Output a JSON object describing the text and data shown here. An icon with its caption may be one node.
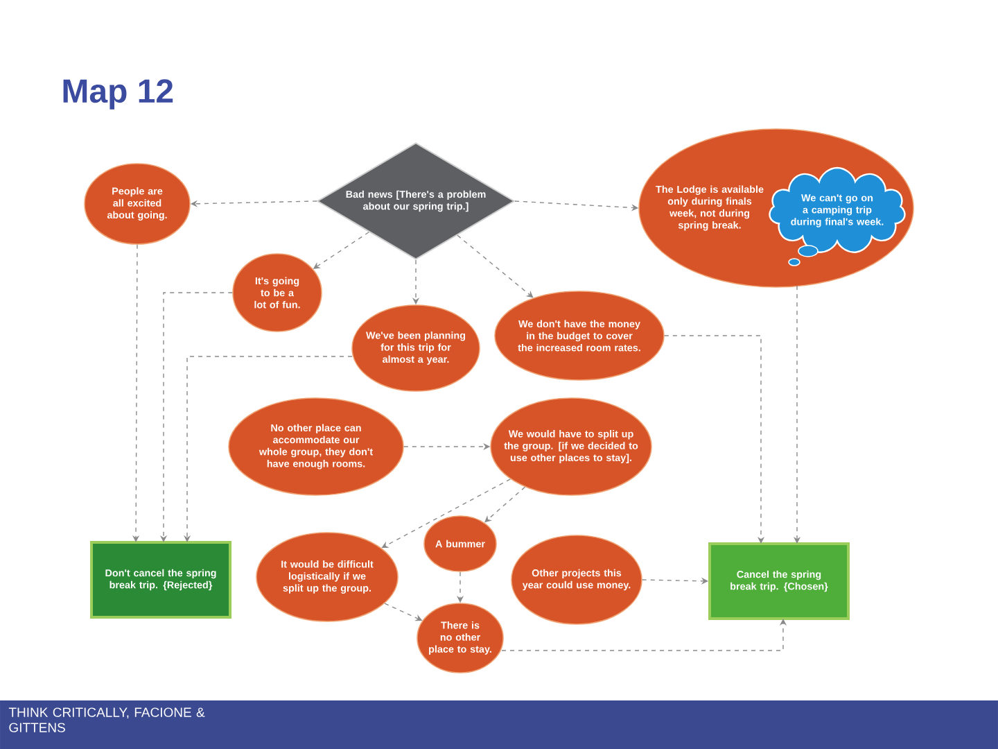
{
  "diagram": {
    "title": "Map 12",
    "nodes": [
      {
        "text": [
          "People are all excited about going."
        ]
      },
      {
        "text": [
          "Bad news [There's a problem about our spring trip.]"
        ]
      },
      {
        "text": [
          "The Lodge is available only during finals week, not during spring break."
        ]
      },
      {
        "text": [
          "We can't go on a camping trip during final's week."
        ],
        "in": 2
      },
      {
        "text": [
          "It's going to be a lot of fun."
        ]
      },
      {
        "text": [
          "We've been planning for this trip for almost a year."
        ]
      },
      {
        "text": [
          "We don't have the money in the budget to cover the increased room rates."
        ]
      },
      {
        "text": [
          "No other place can accommodate our whole group, they don't have enough rooms."
        ]
      },
      {
        "text": [
          "We would have to split up the group. [if we decided to use other places to stay]."
        ]
      },
      {
        "text": [
          "A bummer"
        ]
      },
      {
        "text": [
          "It would be difficult logistically if we split up the group."
        ]
      },
      {
        "text": [
          "Other projects this year could use money."
        ]
      },
      {
        "text": [
          "There is no other place to stay."
        ]
      },
      {
        "text": [
          "Don't cancel the spring break trip. {Rejected}"
        ]
      },
      {
        "text": [
          "Cancel the spring break trip. {Chosen}"
        ]
      }
    ],
    "edges": [
      {
        "from": 1,
        "to": 0,
        "arrow": "to",
        "style": "dashed"
      },
      {
        "from": 1,
        "to": 2,
        "arrow": "to",
        "style": "dashed"
      },
      {
        "from": 1,
        "to": 4,
        "arrow": "to",
        "style": "dashed"
      },
      {
        "from": 1,
        "to": 5,
        "arrow": "to",
        "style": "dashed"
      },
      {
        "from": 1,
        "to": 6,
        "arrow": "to",
        "style": "dashed"
      },
      {
        "from": 0,
        "to": 13,
        "arrow": "to",
        "style": "dashed"
      },
      {
        "from": 4,
        "to": 13,
        "arrow": "to",
        "style": "dashed"
      },
      {
        "from": 5,
        "to": 13,
        "arrow": "to",
        "style": "dashed"
      },
      {
        "from": 2,
        "to": 14,
        "arrow": "to",
        "style": "dashed"
      },
      {
        "from": 6,
        "to": 14,
        "arrow": "to",
        "style": "dashed"
      },
      {
        "from": 7,
        "to": 8,
        "arrow": "to",
        "style": "dashed"
      },
      {
        "from": 8,
        "to": 10,
        "arrow": "to",
        "style": "dashed"
      },
      {
        "from": 8,
        "to": 9,
        "arrow": "to",
        "style": "dashed"
      },
      {
        "from": 9,
        "to": 12,
        "arrow": "to",
        "style": "dashed"
      },
      {
        "from": 10,
        "to": 12,
        "arrow": "to",
        "style": "dashed"
      },
      {
        "from": 11,
        "to": 14,
        "arrow": "to",
        "style": "dashed"
      },
      {
        "from": 12,
        "to": 14,
        "arrow": "to",
        "style": "dashed"
      }
    ],
    "labels": [
      "THINK CRITICALLY, FACIONE & GITTENS"
    ]
  }
}
